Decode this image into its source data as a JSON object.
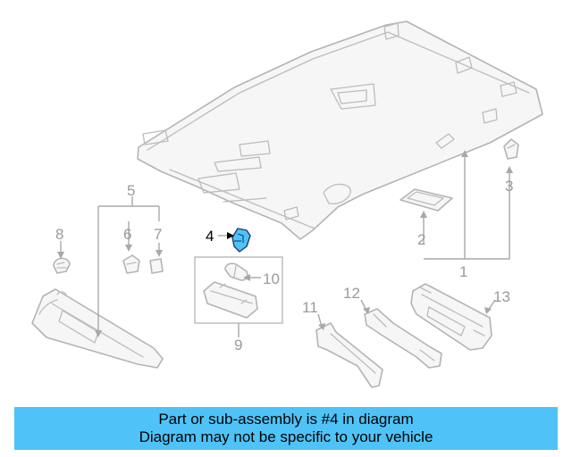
{
  "diagram": {
    "callouts": {
      "c1": "1",
      "c2": "2",
      "c3": "3",
      "c4": "4",
      "c5": "5",
      "c6": "6",
      "c7": "7",
      "c8": "8",
      "c9": "9",
      "c10": "10",
      "c11": "11",
      "c12": "12",
      "c13": "13"
    },
    "highlight_color": "#4fc3f7",
    "highlighted_part": "4"
  },
  "banner": {
    "line1": "Part or sub-assembly is #4 in diagram",
    "line2": "Diagram may not be specific to your vehicle",
    "background": "#4fc3f7"
  }
}
